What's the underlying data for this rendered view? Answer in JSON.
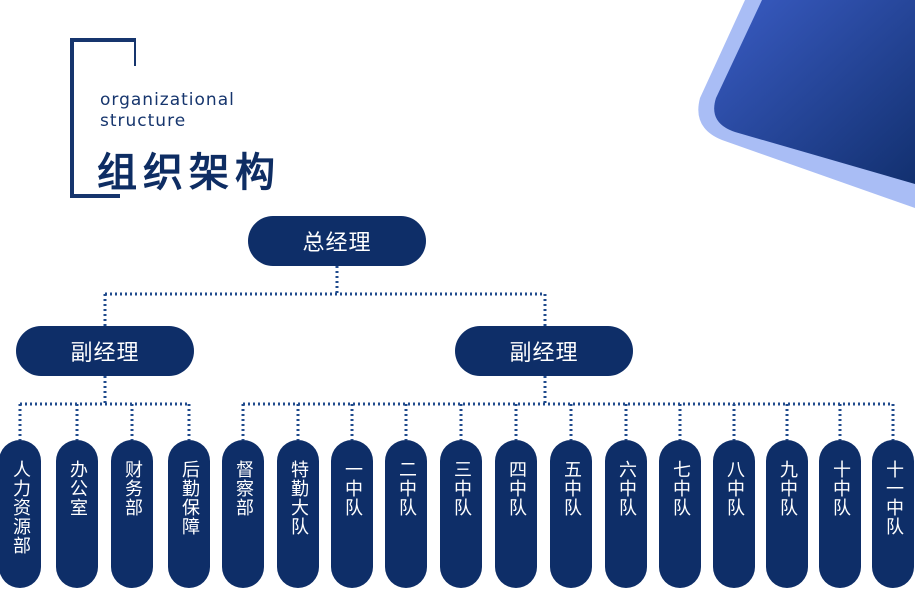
{
  "header": {
    "subtitle_line1": "organizational",
    "subtitle_line2": "structure",
    "title": "组织架构"
  },
  "org": {
    "root": "总经理",
    "deputies": [
      {
        "label": "副经理",
        "departments": [
          "人力资源部",
          "办公室",
          "财务部",
          "后勤保障"
        ]
      },
      {
        "label": "副经理",
        "departments": [
          "督察部",
          "特勤大队",
          "一中队",
          "二中队",
          "三中队",
          "四中队",
          "五中队",
          "六中队",
          "七中队",
          "八中队",
          "九中队",
          "十中队",
          "十一中队"
        ]
      }
    ]
  },
  "colors": {
    "primary": "#0e2e68",
    "connector": "#1f4a8c",
    "accent_light": "#a9bdf5",
    "accent_gradient_start": "#2f4fb0",
    "accent_gradient_end": "#15357a"
  }
}
